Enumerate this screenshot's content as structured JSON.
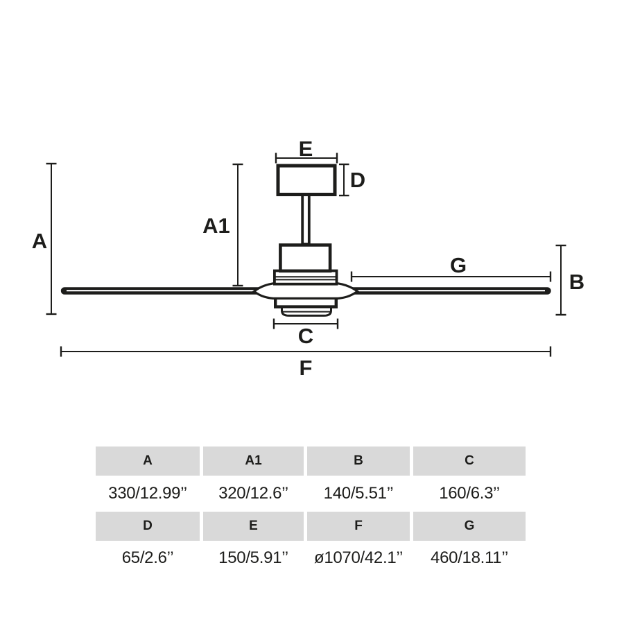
{
  "colors": {
    "line": "#1d1d1b",
    "table_header_bg": "#d9d9d9",
    "background": "#ffffff"
  },
  "diagram": {
    "name": "ceiling-fan-dimension-drawing",
    "labels": {
      "a": "A",
      "a1": "A1",
      "b": "B",
      "c": "C",
      "d": "D",
      "e": "E",
      "f": "F",
      "g": "G"
    }
  },
  "table": {
    "rows": [
      {
        "headers": [
          "A",
          "A1",
          "B",
          "C"
        ],
        "values": [
          "330/12.99’’",
          "320/12.6’’",
          "140/5.51’’",
          "160/6.3’’"
        ]
      },
      {
        "headers": [
          "D",
          "E",
          "F",
          "G"
        ],
        "values": [
          "65/2.6’’",
          "150/5.91’’",
          "ø1070/42.1’’",
          "460/18.11’’"
        ]
      }
    ]
  }
}
